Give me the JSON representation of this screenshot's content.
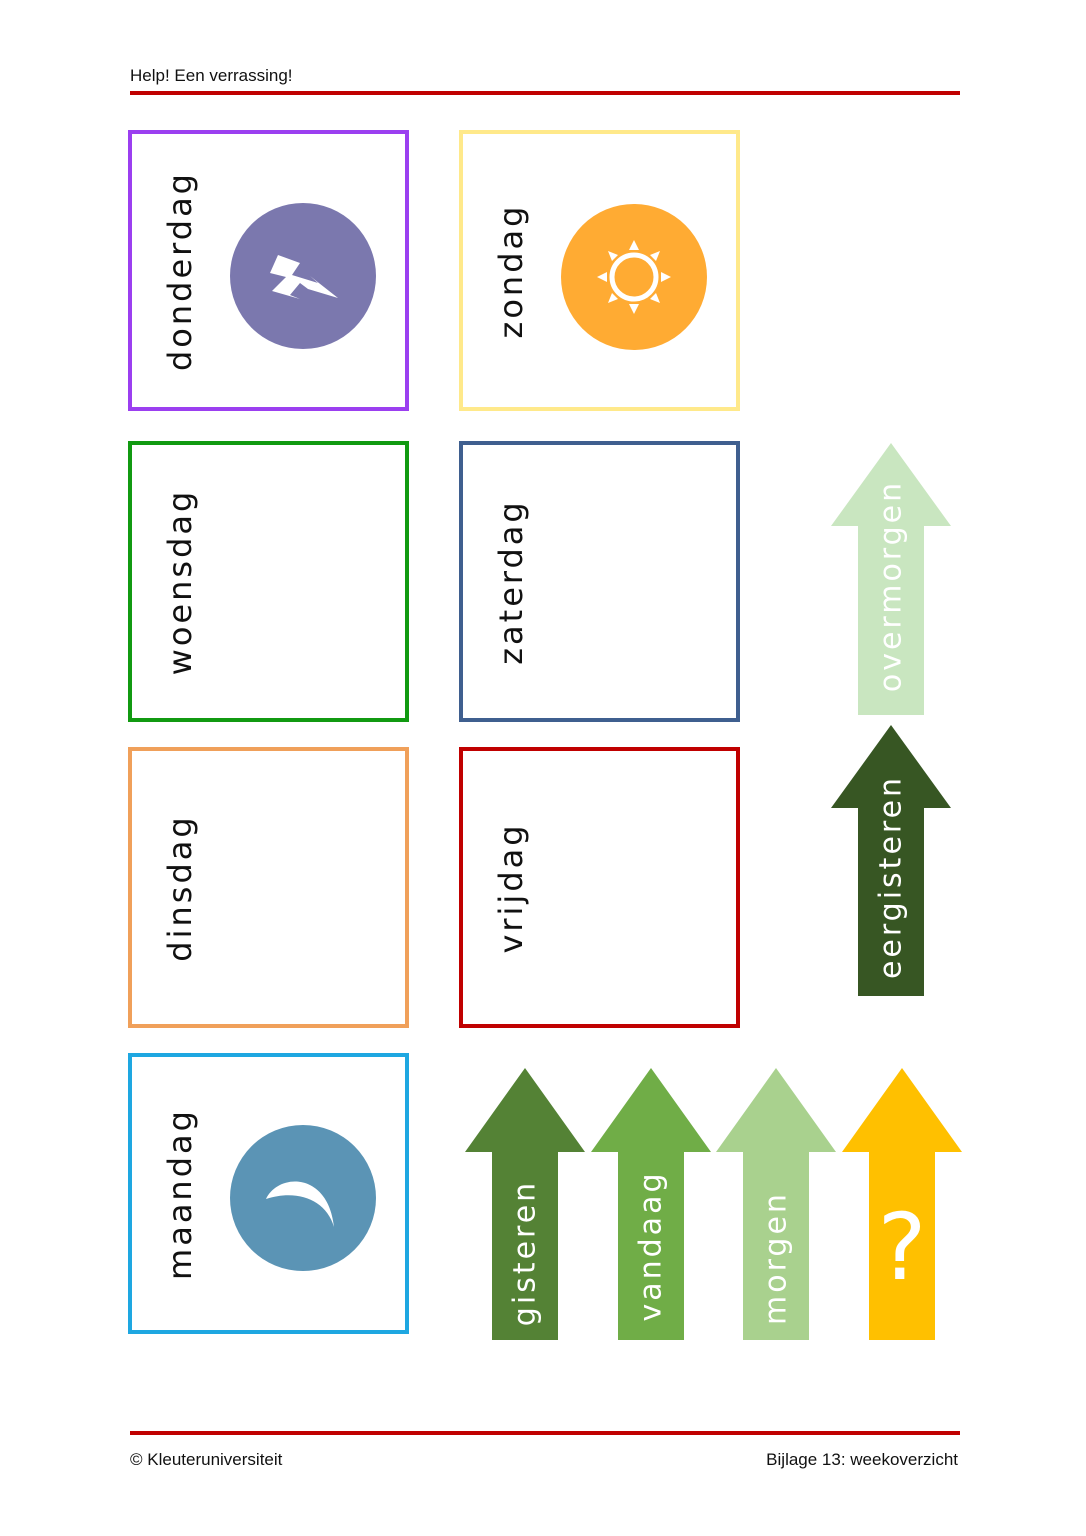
{
  "header": {
    "title": "Help! Een verrassing!"
  },
  "footer": {
    "left": "© Kleuteruniversiteit",
    "right": "Bijlage 13: weekoverzicht"
  },
  "days": {
    "donderdag": {
      "label": "donderdag",
      "color": "#9b3ff0",
      "icon": "lightning-icon"
    },
    "zondag": {
      "label": "zondag",
      "color": "#ffe98a",
      "icon": "sun-icon"
    },
    "woensdag": {
      "label": "woensdag",
      "color": "#119a11"
    },
    "zaterdag": {
      "label": "zaterdag",
      "color": "#3f5f8f"
    },
    "dinsdag": {
      "label": "dinsdag",
      "color": "#f0a05a"
    },
    "vrijdag": {
      "label": "vrijdag",
      "color": "#c00000"
    },
    "maandag": {
      "label": "maandag",
      "color": "#1ea7e1",
      "icon": "moon-icon"
    }
  },
  "arrows": {
    "overmorgen": {
      "label": "overmorgen",
      "color": "#c9e6c0"
    },
    "eergisteren": {
      "label": "eergisteren",
      "color": "#375623"
    },
    "gisteren": {
      "label": "gisteren",
      "color": "#548235"
    },
    "vandaag": {
      "label": "vandaag",
      "color": "#70ad47"
    },
    "morgen": {
      "label": "morgen",
      "color": "#a9d18e"
    },
    "unknown": {
      "label": "?",
      "color": "#ffc000"
    }
  }
}
